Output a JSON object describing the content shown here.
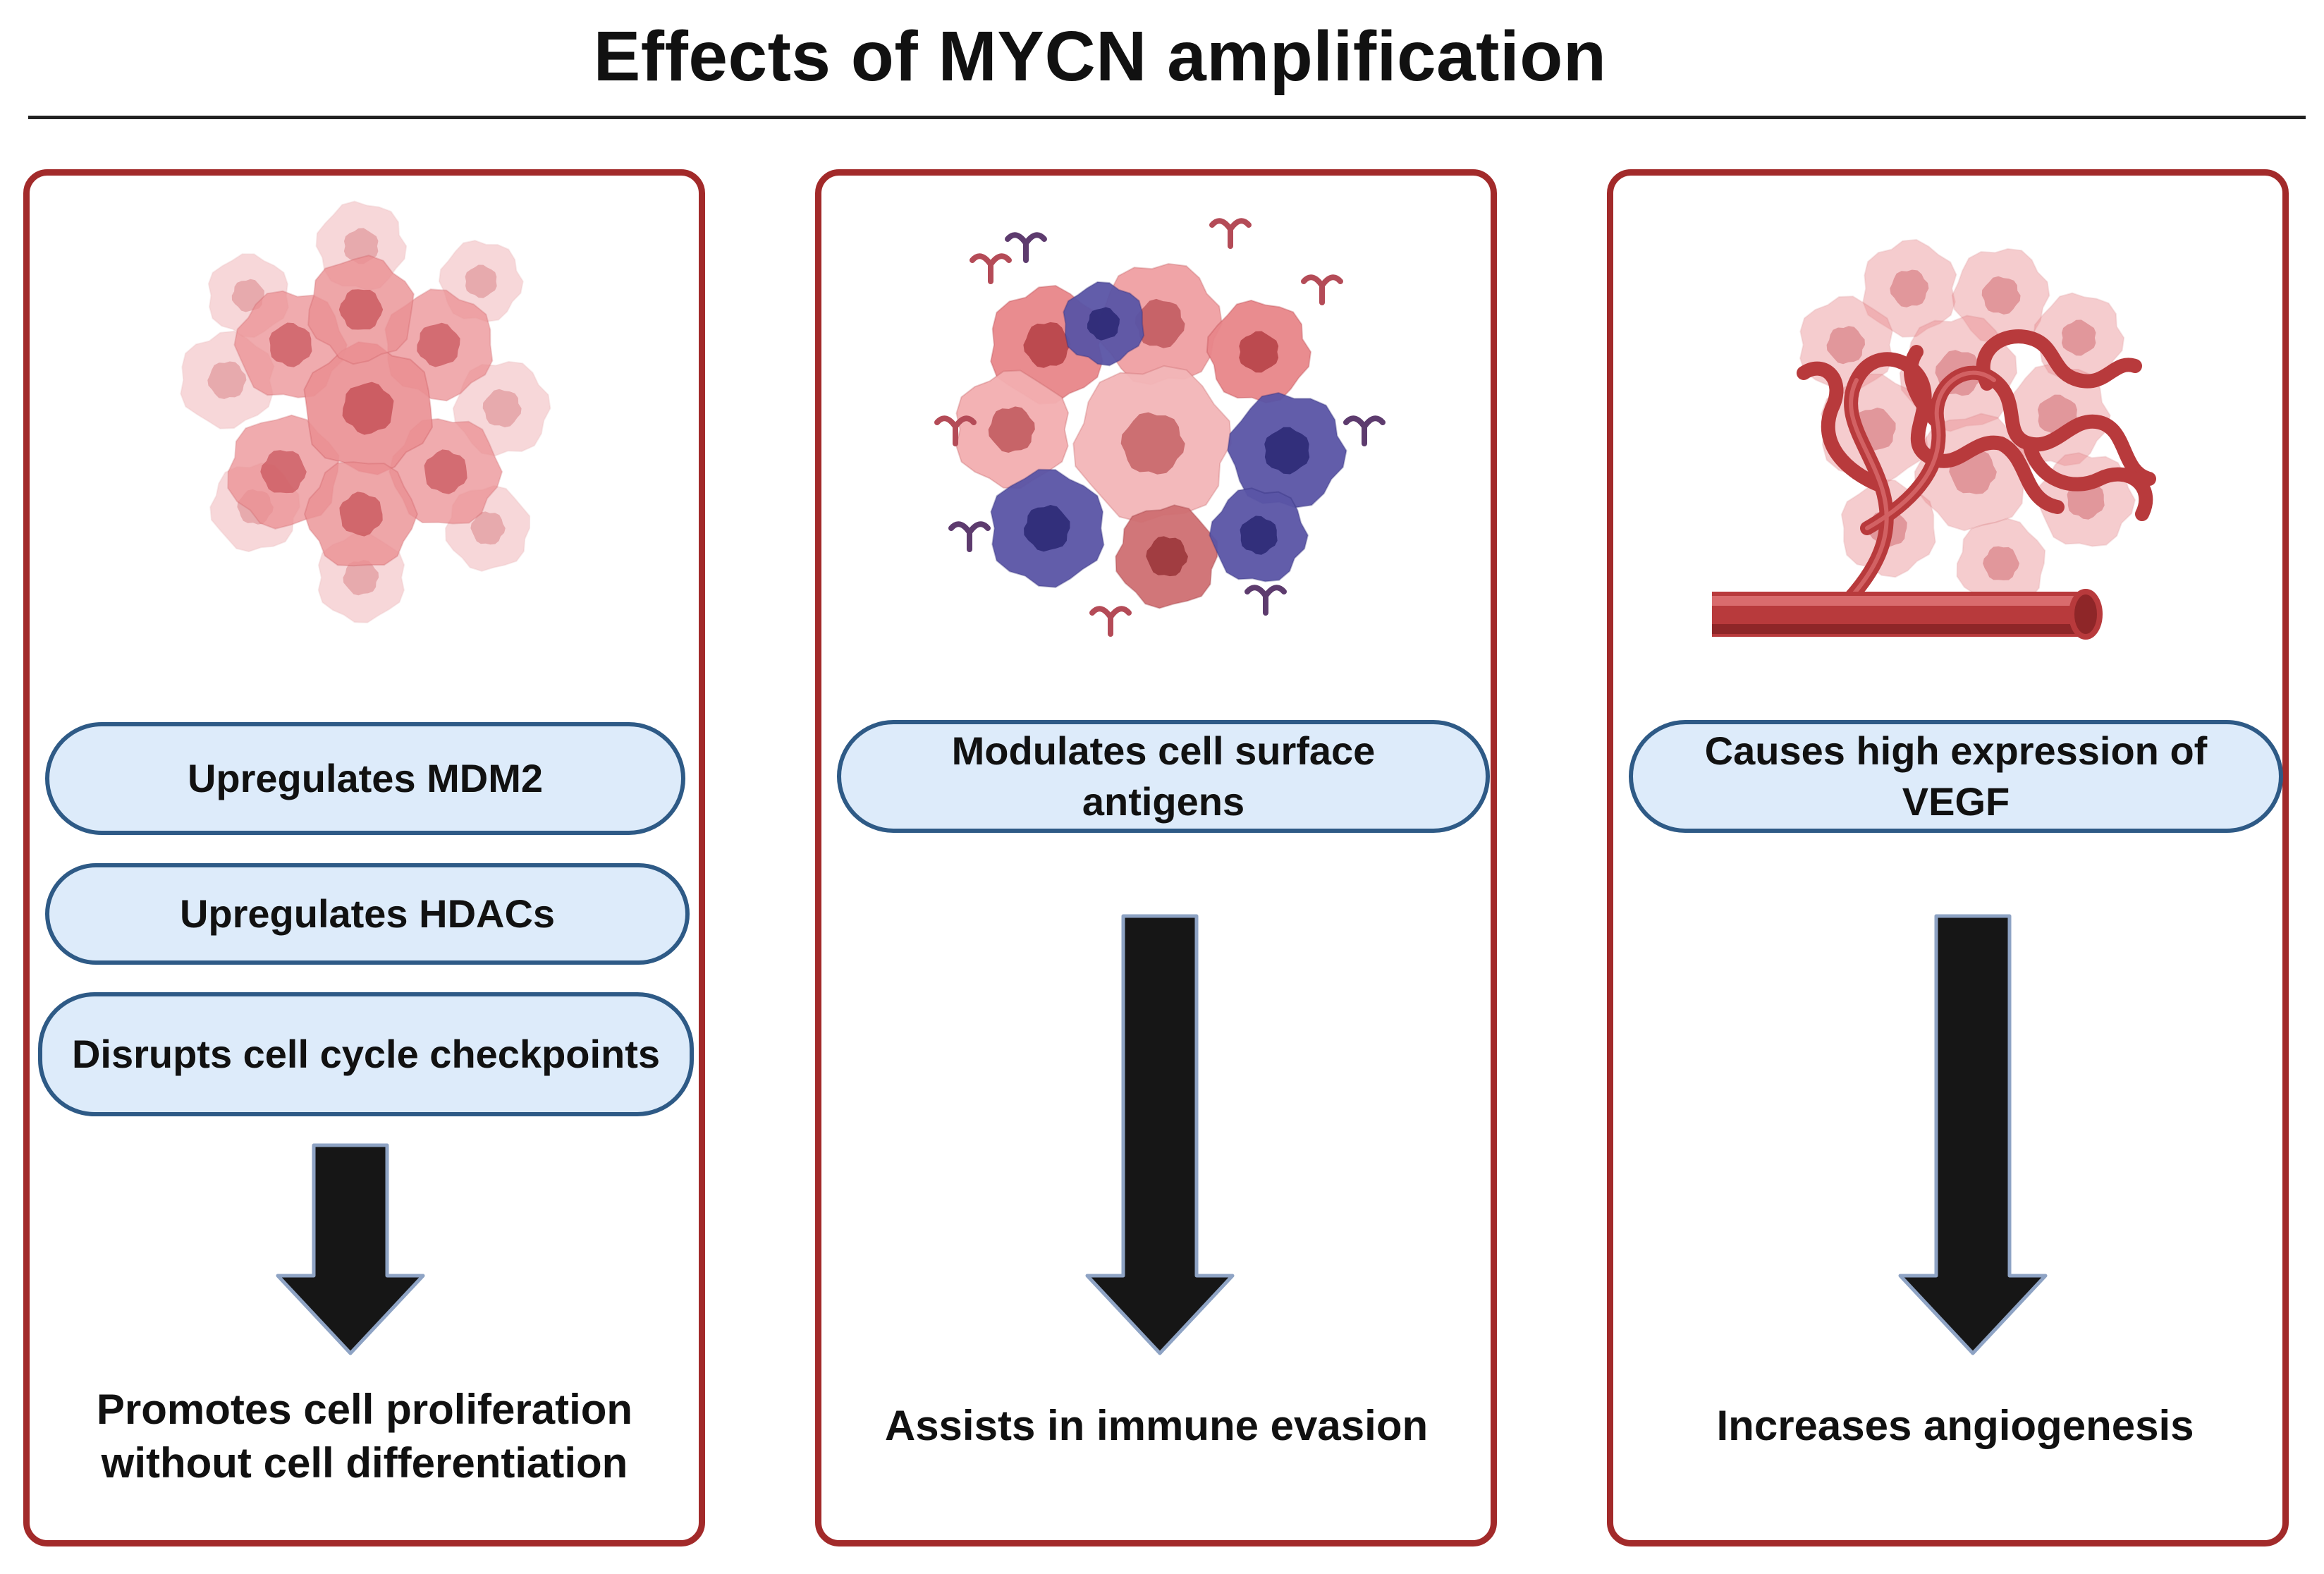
{
  "title": "Effects of MYCN amplification",
  "colors": {
    "panel_border": "#a22a2a",
    "pill_fill": "#ddebfa",
    "pill_border": "#2e5a86",
    "arrow_fill": "#161616",
    "arrow_outline": "#8ea3c4",
    "tumor_cell": "#e8868a",
    "immune_cell": "#5a55a6",
    "vessel": "#b83a3c"
  },
  "panels": [
    {
      "illustration": "tumor-cell-cluster",
      "effects": [
        "Upregulates MDM2",
        "Upregulates HDACs",
        "Disrupts cell cycle checkpoints"
      ],
      "outcome": "Promotes cell proliferation without cell differentiation"
    },
    {
      "illustration": "tumor-immune-cell-cluster-with-antigens",
      "effects": [
        "Modulates cell surface antigens"
      ],
      "outcome": "Assists in immune evasion"
    },
    {
      "illustration": "tumor-with-blood-vessels",
      "effects": [
        "Causes high expression of VEGF"
      ],
      "outcome": "Increases angiogenesis"
    }
  ]
}
